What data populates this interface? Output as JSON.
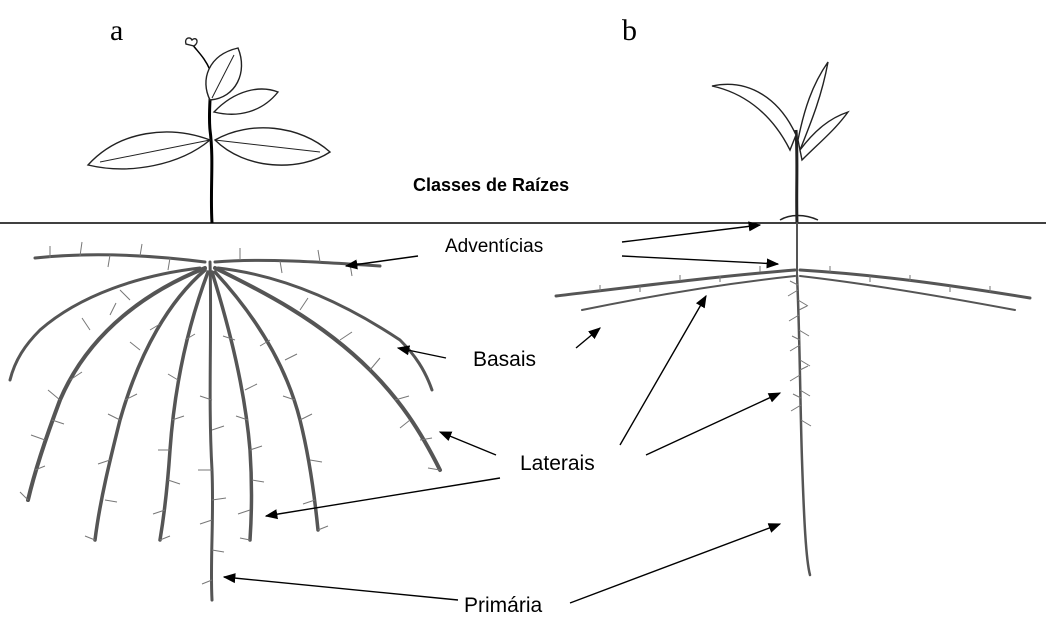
{
  "panels": {
    "a": "a",
    "b": "b"
  },
  "title": "Classes de Raízes",
  "labels": {
    "adventicias": "Adventícias",
    "basais": "Basais",
    "laterais": "Laterais",
    "primaria": "Primária"
  }
}
